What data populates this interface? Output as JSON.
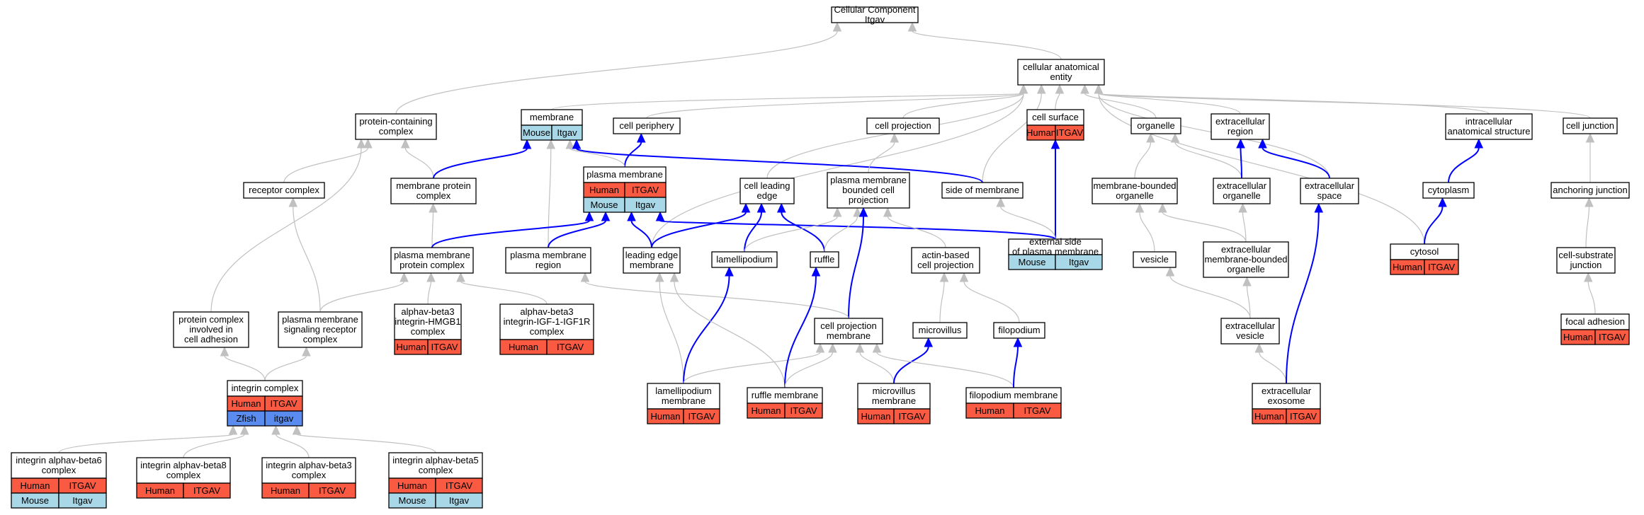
{
  "colors": {
    "background": "#ffffff",
    "node_border": "#000000",
    "gray_edge": "#c0c0c0",
    "blue_edge": "#0000ff",
    "human": "#fa5a41",
    "mouse": "#a8d8e8",
    "zfish": "#5a8cf0"
  },
  "nodes": [
    {
      "id": "cc",
      "lines": [
        "Cellular Component",
        "Itgav"
      ]
    },
    {
      "id": "cae",
      "lines": [
        "cellular anatomical",
        "entity"
      ]
    },
    {
      "id": "pcc",
      "lines": [
        "protein-containing",
        "complex"
      ]
    },
    {
      "id": "membrane",
      "lines": [
        "membrane"
      ],
      "rows": [
        [
          "Mouse",
          "Itgav"
        ]
      ]
    },
    {
      "id": "cellperiph",
      "lines": [
        "cell periphery"
      ]
    },
    {
      "id": "cellproj",
      "lines": [
        "cell projection"
      ]
    },
    {
      "id": "cellsurf",
      "lines": [
        "cell surface"
      ],
      "rows": [
        [
          "Human",
          "ITGAV"
        ]
      ]
    },
    {
      "id": "organelle",
      "lines": [
        "organelle"
      ]
    },
    {
      "id": "extreg",
      "lines": [
        "extracellular",
        "region"
      ]
    },
    {
      "id": "ias",
      "lines": [
        "intracellular",
        "anatomical structure"
      ]
    },
    {
      "id": "celljunc",
      "lines": [
        "cell junction"
      ]
    },
    {
      "id": "recc",
      "lines": [
        "receptor complex"
      ]
    },
    {
      "id": "mpc",
      "lines": [
        "membrane protein",
        "complex"
      ]
    },
    {
      "id": "pm",
      "lines": [
        "plasma membrane"
      ],
      "rows": [
        [
          "Human",
          "ITGAV"
        ],
        [
          "Mouse",
          "Itgav"
        ]
      ]
    },
    {
      "id": "cle",
      "lines": [
        "cell leading",
        "edge"
      ]
    },
    {
      "id": "pmbcp",
      "lines": [
        "plasma membrane",
        "bounded cell",
        "projection"
      ]
    },
    {
      "id": "som",
      "lines": [
        "side of membrane"
      ]
    },
    {
      "id": "mbo",
      "lines": [
        "membrane-bounded",
        "organelle"
      ]
    },
    {
      "id": "exorg",
      "lines": [
        "extracellular",
        "organelle"
      ]
    },
    {
      "id": "exspace",
      "lines": [
        "extracellular",
        "space"
      ]
    },
    {
      "id": "cytoplasm",
      "lines": [
        "cytoplasm"
      ]
    },
    {
      "id": "anchjunc",
      "lines": [
        "anchoring junction"
      ]
    },
    {
      "id": "pmpc",
      "lines": [
        "plasma membrane",
        "protein complex"
      ]
    },
    {
      "id": "pmr",
      "lines": [
        "plasma membrane",
        "region"
      ]
    },
    {
      "id": "lem",
      "lines": [
        "leading edge",
        "membrane"
      ]
    },
    {
      "id": "lamellipodium",
      "lines": [
        "lamellipodium"
      ]
    },
    {
      "id": "ruffle",
      "lines": [
        "ruffle"
      ]
    },
    {
      "id": "abcp",
      "lines": [
        "actin-based",
        "cell projection"
      ]
    },
    {
      "id": "esopm",
      "lines": [
        "external side",
        "of plasma membrane"
      ],
      "rows": [
        [
          "Mouse",
          "Itgav"
        ]
      ]
    },
    {
      "id": "vesicle",
      "lines": [
        "vesicle"
      ]
    },
    {
      "id": "embo",
      "lines": [
        "extracellular",
        "membrane-bounded",
        "organelle"
      ]
    },
    {
      "id": "cytosol",
      "lines": [
        "cytosol"
      ],
      "rows": [
        [
          "Human",
          "ITGAV"
        ]
      ]
    },
    {
      "id": "csj",
      "lines": [
        "cell-substrate",
        "junction"
      ]
    },
    {
      "id": "pcica",
      "lines": [
        "protein complex",
        "involved in",
        "cell adhesion"
      ]
    },
    {
      "id": "pmsrc",
      "lines": [
        "plasma membrane",
        "signaling receptor",
        "complex"
      ]
    },
    {
      "id": "ab3hmgb1",
      "lines": [
        "alphav-beta3",
        "integrin-HMGB1",
        "complex"
      ],
      "rows": [
        [
          "Human",
          "ITGAV"
        ]
      ]
    },
    {
      "id": "ab3igf",
      "lines": [
        "alphav-beta3",
        "integrin-IGF-1-IGF1R",
        "complex"
      ],
      "rows": [
        [
          "Human",
          "ITGAV"
        ]
      ]
    },
    {
      "id": "cpm",
      "lines": [
        "cell projection",
        "membrane"
      ]
    },
    {
      "id": "microvillus",
      "lines": [
        "microvillus"
      ]
    },
    {
      "id": "filopodium",
      "lines": [
        "filopodium"
      ]
    },
    {
      "id": "exvesicle",
      "lines": [
        "extracellular",
        "vesicle"
      ]
    },
    {
      "id": "focadh",
      "lines": [
        "focal adhesion"
      ],
      "rows": [
        [
          "Human",
          "ITGAV"
        ]
      ]
    },
    {
      "id": "intc",
      "lines": [
        "integrin complex"
      ],
      "rows": [
        [
          "Human",
          "ITGAV"
        ],
        [
          "Zfish",
          "itgav"
        ]
      ]
    },
    {
      "id": "lpm",
      "lines": [
        "lamellipodium",
        "membrane"
      ],
      "rows": [
        [
          "Human",
          "ITGAV"
        ]
      ]
    },
    {
      "id": "rufm",
      "lines": [
        "ruffle membrane"
      ],
      "rows": [
        [
          "Human",
          "ITGAV"
        ]
      ]
    },
    {
      "id": "mvm",
      "lines": [
        "microvillus",
        "membrane"
      ],
      "rows": [
        [
          "Human",
          "ITGAV"
        ]
      ]
    },
    {
      "id": "fpm",
      "lines": [
        "filopodium membrane"
      ],
      "rows": [
        [
          "Human",
          "ITGAV"
        ]
      ]
    },
    {
      "id": "exexo",
      "lines": [
        "extracellular",
        "exosome"
      ],
      "rows": [
        [
          "Human",
          "ITGAV"
        ]
      ]
    },
    {
      "id": "iab6",
      "lines": [
        "integrin alphav-beta6",
        "complex"
      ],
      "rows": [
        [
          "Human",
          "ITGAV"
        ],
        [
          "Mouse",
          "Itgav"
        ]
      ]
    },
    {
      "id": "iab8",
      "lines": [
        "integrin alphav-beta8",
        "complex"
      ],
      "rows": [
        [
          "Human",
          "ITGAV"
        ]
      ]
    },
    {
      "id": "iab3",
      "lines": [
        "integrin alphav-beta3",
        "complex"
      ],
      "rows": [
        [
          "Human",
          "ITGAV"
        ]
      ]
    },
    {
      "id": "iab5",
      "lines": [
        "integrin alphav-beta5",
        "complex"
      ],
      "rows": [
        [
          "Human",
          "ITGAV"
        ],
        [
          "Mouse",
          "Itgav"
        ]
      ]
    }
  ],
  "edges": [
    [
      "cae",
      "cc",
      "gray"
    ],
    [
      "pcc",
      "cc",
      "gray"
    ],
    [
      "membrane",
      "cae",
      "gray"
    ],
    [
      "cellperiph",
      "cae",
      "gray"
    ],
    [
      "cellproj",
      "cae",
      "gray"
    ],
    [
      "cellsurf",
      "cae",
      "gray"
    ],
    [
      "organelle",
      "cae",
      "gray"
    ],
    [
      "extreg",
      "cae",
      "gray"
    ],
    [
      "ias",
      "cae",
      "gray"
    ],
    [
      "celljunc",
      "cae",
      "gray"
    ],
    [
      "som",
      "cae",
      "gray"
    ],
    [
      "cle",
      "cae",
      "gray"
    ],
    [
      "lem",
      "cae",
      "gray"
    ],
    [
      "exspace",
      "cae",
      "gray"
    ],
    [
      "cytosol",
      "cae",
      "gray"
    ],
    [
      "recc",
      "pcc",
      "gray"
    ],
    [
      "mpc",
      "pcc",
      "gray"
    ],
    [
      "pcica",
      "pcc",
      "gray"
    ],
    [
      "mpc",
      "membrane",
      "blue"
    ],
    [
      "pm",
      "cellperiph",
      "blue"
    ],
    [
      "pm",
      "membrane",
      "gray"
    ],
    [
      "pmr",
      "membrane",
      "gray"
    ],
    [
      "som",
      "membrane",
      "blue"
    ],
    [
      "pmbcp",
      "cellproj",
      "gray"
    ],
    [
      "esopm",
      "cellsurf",
      "blue"
    ],
    [
      "mbo",
      "organelle",
      "gray"
    ],
    [
      "exorg",
      "organelle",
      "gray"
    ],
    [
      "exorg",
      "extreg",
      "blue"
    ],
    [
      "exspace",
      "extreg",
      "blue"
    ],
    [
      "cytoplasm",
      "ias",
      "blue"
    ],
    [
      "anchjunc",
      "celljunc",
      "gray"
    ],
    [
      "cytosol",
      "cytoplasm",
      "blue"
    ],
    [
      "csj",
      "anchjunc",
      "gray"
    ],
    [
      "pmpc",
      "mpc",
      "gray"
    ],
    [
      "pmpc",
      "pm",
      "blue"
    ],
    [
      "pmr",
      "pm",
      "blue"
    ],
    [
      "lem",
      "pm",
      "blue"
    ],
    [
      "esopm",
      "pm",
      "blue"
    ],
    [
      "lem",
      "cle",
      "blue"
    ],
    [
      "lamellipodium",
      "cle",
      "blue"
    ],
    [
      "ruffle",
      "cle",
      "blue"
    ],
    [
      "lamellipodium",
      "pmbcp",
      "gray"
    ],
    [
      "ruffle",
      "pmbcp",
      "gray"
    ],
    [
      "abcp",
      "pmbcp",
      "gray"
    ],
    [
      "cpm",
      "pmbcp",
      "blue"
    ],
    [
      "esopm",
      "som",
      "gray"
    ],
    [
      "vesicle",
      "mbo",
      "gray"
    ],
    [
      "embo",
      "mbo",
      "gray"
    ],
    [
      "embo",
      "exorg",
      "gray"
    ],
    [
      "exvesicle",
      "vesicle",
      "gray"
    ],
    [
      "exvesicle",
      "embo",
      "gray"
    ],
    [
      "exexo",
      "exvesicle",
      "gray"
    ],
    [
      "exexo",
      "exspace",
      "blue"
    ],
    [
      "focadh",
      "csj",
      "gray"
    ],
    [
      "pmsrc",
      "recc",
      "gray"
    ],
    [
      "pmsrc",
      "pmpc",
      "gray"
    ],
    [
      "ab3hmgb1",
      "pmpc",
      "gray"
    ],
    [
      "ab3igf",
      "pmpc",
      "gray"
    ],
    [
      "cpm",
      "pmr",
      "gray"
    ],
    [
      "microvillus",
      "abcp",
      "gray"
    ],
    [
      "filopodium",
      "abcp",
      "gray"
    ],
    [
      "intc",
      "pcica",
      "gray"
    ],
    [
      "intc",
      "pmsrc",
      "gray"
    ],
    [
      "lpm",
      "lem",
      "gray"
    ],
    [
      "lpm",
      "lamellipodium",
      "blue"
    ],
    [
      "lpm",
      "cpm",
      "gray"
    ],
    [
      "rufm",
      "lem",
      "gray"
    ],
    [
      "rufm",
      "ruffle",
      "blue"
    ],
    [
      "rufm",
      "cpm",
      "gray"
    ],
    [
      "mvm",
      "cpm",
      "gray"
    ],
    [
      "mvm",
      "microvillus",
      "blue"
    ],
    [
      "fpm",
      "cpm",
      "gray"
    ],
    [
      "fpm",
      "filopodium",
      "blue"
    ],
    [
      "iab6",
      "intc",
      "gray"
    ],
    [
      "iab8",
      "intc",
      "gray"
    ],
    [
      "iab3",
      "intc",
      "gray"
    ],
    [
      "iab5",
      "intc",
      "gray"
    ]
  ]
}
